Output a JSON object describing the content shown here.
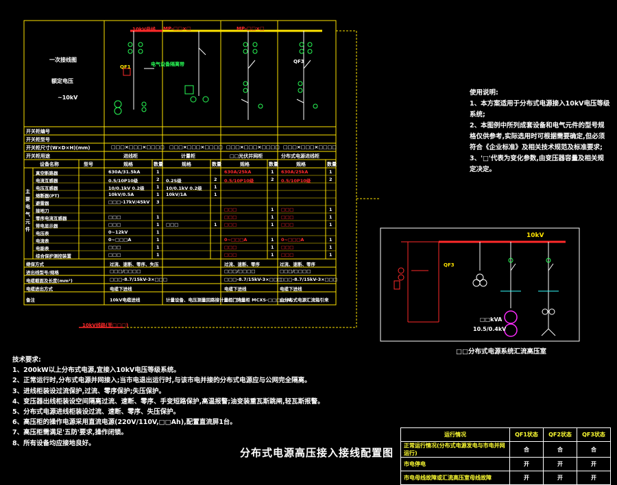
{
  "drawing_title": "分布式电源高压接入接线配置图",
  "left_panel": {
    "label_lines": [
      "一次接线图",
      "额定电压",
      "~10kV"
    ],
    "bus_labels": [
      "10kV母线",
      "MP-□□×□",
      "MP-□□×□"
    ],
    "device_labels": [
      "QF1",
      "电气设备隔离带",
      "QF3"
    ],
    "rows": {
      "cabinet_no": "开关柜编号",
      "cabinet_type": "开关柜型号",
      "cabinet_size": "开关柜尺寸(W×D×H)(mm)",
      "cabinet_use": "开关柜用途",
      "size_values": [
        "□□□×□□□×□□□□",
        "□□□×□□□×□□□□",
        "□□□×□□□×□□□□",
        "□□□×□□□×□□□□"
      ],
      "use_values": [
        "进线柜",
        "计量柜",
        "□□光伏并网柜",
        "分布式电源进线柜"
      ]
    },
    "equipment_header": [
      "设备名称",
      "型号",
      "规格",
      "数量",
      "规格",
      "数量",
      "规格",
      "数量",
      "规格",
      "数量"
    ],
    "equipment_side_label": "主要电气元件",
    "equipment_rows": [
      {
        "name": "真空断路器",
        "c1": "630A/31.5kA",
        "n1": "1",
        "c3": "630A/25kA",
        "n3": "1",
        "c4": "630A/25kA",
        "n4": "1"
      },
      {
        "name": "电流互感器",
        "c1": "0.5/10P10级",
        "n1": "2",
        "c2": "0.2S级",
        "n2": "2",
        "c3": "0.5/10P10级",
        "n3": "2",
        "c4": "0.5/10P10级",
        "n4": "2"
      },
      {
        "name": "电压互感器",
        "c1": "10/0.1kV 0.2级",
        "n1": "1",
        "c2": "10/0.1kV 0.2级",
        "n2": "1"
      },
      {
        "name": "熔断器(PT)",
        "c1": "10kV/0.5A",
        "n1": "1",
        "c2": "10kV/1A",
        "n2": "1"
      },
      {
        "name": "避雷器",
        "c1": "□□□-17kV/45kV",
        "n1": "3"
      },
      {
        "name": "接地刀",
        "c3": "□□□",
        "n3": "1",
        "c4": "□□□",
        "n4": "1"
      },
      {
        "name": "零序电流互感器",
        "c1": "□□□",
        "n1": "1",
        "c3": "□□□",
        "n3": "1",
        "c4": "□□□",
        "n4": "1"
      },
      {
        "name": "带电显示器",
        "c1": "□□□",
        "n1": "1",
        "c2": "□□□",
        "n2": "1",
        "c3": "□□□",
        "n3": "1",
        "c4": "□□□",
        "n4": "1"
      },
      {
        "name": "电压表",
        "c1": "0~12kV",
        "n1": "1"
      },
      {
        "name": "电流表",
        "c1": "0~□□□A",
        "n1": "1",
        "c3": "0~□□□A",
        "n3": "1",
        "c4": "0~□□□A",
        "n4": "1"
      },
      {
        "name": "电能表",
        "c1": "□□□",
        "n1": "1",
        "c3": "□□□",
        "n3": "1",
        "c4": "□□□",
        "n4": "1"
      },
      {
        "name": "综合保护测控装置",
        "c1": "□□□",
        "n1": "1",
        "c3": "□□□",
        "n3": "1",
        "c4": "□□□",
        "n4": "1"
      }
    ],
    "bottom_rows": [
      {
        "label": "继保方式",
        "c1": "过流、速断、零序、失压",
        "c3": "过流、速断、零序",
        "c4": "过流、速断、零序"
      },
      {
        "label": "进出线型号/规格",
        "c1": "□□□/□□□□",
        "c3": "□□□/□□□□",
        "c4": "□□□/□□□□"
      },
      {
        "label": "电缆截面及长度(mm²)",
        "c1": "□□□-8.7/15kV-3×□□□",
        "c3": "□□□-8.7/15kV-3×□□□",
        "c4": "□□□-8.7/15kV-3×□□□"
      },
      {
        "label": "电缆进出方式",
        "c1": "电缆下进线",
        "c3": "电缆下进线",
        "c4": "电缆下进线"
      },
      {
        "label": "备注",
        "c1": "10kV电缆进线",
        "c2": "计量设备、电压测量回路接计量柜门内",
        "c3": "□□□计量柜 MCXS-□□□□/AL",
        "c4": "由分布式电源汇流箱引来"
      }
    ],
    "feeder_label": "10kV线路(至□□□)"
  },
  "notes": {
    "title": "使用说明:",
    "lines": [
      "1、本方案适用于分布式电源接入10kV电压等级系统;",
      "2、本图例中所列成套设备和电气元件的型号规格仅供参考,实际选用时可根据需要确定,但必须符合《企业标准》及相关技术规范及标准要求;",
      "3、'□'代表为变化参数,由变压器容量及相关规定决定。"
    ]
  },
  "right_diagram": {
    "bus_label": "10kV",
    "qf_label": "QF3",
    "transformer_label": "□□kVA",
    "transformer_ratio": "10.5/0.4kV",
    "station_title": "□□分布式电源系统汇流高压室"
  },
  "requirements": {
    "title": "技术要求:",
    "lines": [
      "1、200kW以上分布式电源,宜接入10kV电压等级系统。",
      "2、正常运行时,分布式电源并网接入;当市电退出运行时,与该市电并接的分布式电源应与公网完全隔离。",
      "3、进线柜装设过流保护,过流、零序保护;失压保护。",
      "4、变压器出线柜装设空间隔离过流、速断、零序、手变短路保护,高温报警;油变装重瓦斯跳闸,轻瓦斯报警。",
      "5、分布式电源进线柜装设过流、速断、零序、失压保护。",
      "6、高压柜的操作电源采用直流电源(220V/110V,□□Ah),配置直流屏1台。",
      "7、高压柜需满足'五防'要求,操作闭锁。",
      "8、所有设备均应接地良好。"
    ]
  },
  "ops_table": {
    "headers": [
      "运行情况",
      "QF1状态",
      "QF2状态",
      "QF3状态"
    ],
    "rows": [
      [
        "正常运行情况(分布式电源发电与市电并网运行)",
        "合",
        "合",
        "合"
      ],
      [
        "市电停电",
        "开",
        "开",
        "开"
      ],
      [
        "市电母线故障或汇流高压室母线故障",
        "开",
        "开",
        "开"
      ]
    ]
  },
  "colors": {
    "bg": "#000000",
    "line": "#ffe400",
    "accent": "#ff2a2a",
    "green": "#29ff57",
    "cyan": "#33ffff",
    "magenta": "#ff2bff"
  }
}
